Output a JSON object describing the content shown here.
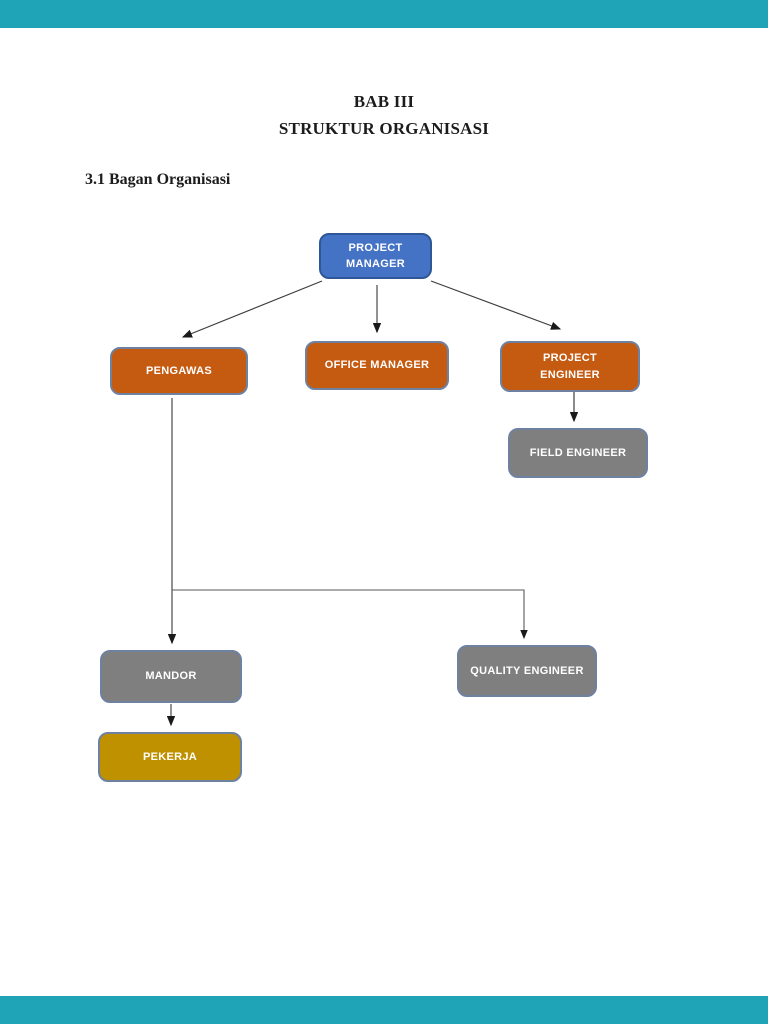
{
  "document": {
    "chapter_heading": "BAB III",
    "title": "STRUKTUR ORGANISASI",
    "section_heading": "3.1 Bagan Organisasi"
  },
  "colors": {
    "viewer_bar": "#1fa3b7",
    "page_background": "#ffffff",
    "node_blue_fill": "#4472c4",
    "node_blue_border": "#2f5797",
    "node_orange_fill": "#c55a11",
    "node_gray_fill": "#7f7f7f",
    "node_gold_fill": "#bf9000",
    "node_border": "#6e81a0",
    "node_text": "#ffffff",
    "connector_line": "#3d3d3d"
  },
  "org_chart": {
    "nodes": [
      {
        "id": "project-manager",
        "label": "PROJECT MANAGER",
        "color": "blue",
        "level": 1
      },
      {
        "id": "pengawas",
        "label": "PENGAWAS",
        "color": "orange",
        "level": 2
      },
      {
        "id": "office-manager",
        "label": "OFFICE MANAGER",
        "color": "orange",
        "level": 2
      },
      {
        "id": "project-engineer",
        "label": "PROJECT ENGINEER",
        "color": "orange",
        "level": 2
      },
      {
        "id": "field-engineer",
        "label": "FIELD ENGINEER",
        "color": "gray",
        "level": 3
      },
      {
        "id": "mandor",
        "label": "MANDOR",
        "color": "gray",
        "level": 3
      },
      {
        "id": "quality-engineer",
        "label": "QUALITY ENGINEER",
        "color": "gray",
        "level": 3
      },
      {
        "id": "pekerja",
        "label": "PEKERJA",
        "color": "gold",
        "level": 4
      }
    ],
    "edges": [
      {
        "from": "project-manager",
        "to": "pengawas"
      },
      {
        "from": "project-manager",
        "to": "office-manager"
      },
      {
        "from": "project-manager",
        "to": "project-engineer"
      },
      {
        "from": "project-engineer",
        "to": "field-engineer"
      },
      {
        "from": "pengawas",
        "to": "mandor"
      },
      {
        "from": "pengawas",
        "to": "quality-engineer"
      },
      {
        "from": "mandor",
        "to": "pekerja"
      }
    ]
  }
}
